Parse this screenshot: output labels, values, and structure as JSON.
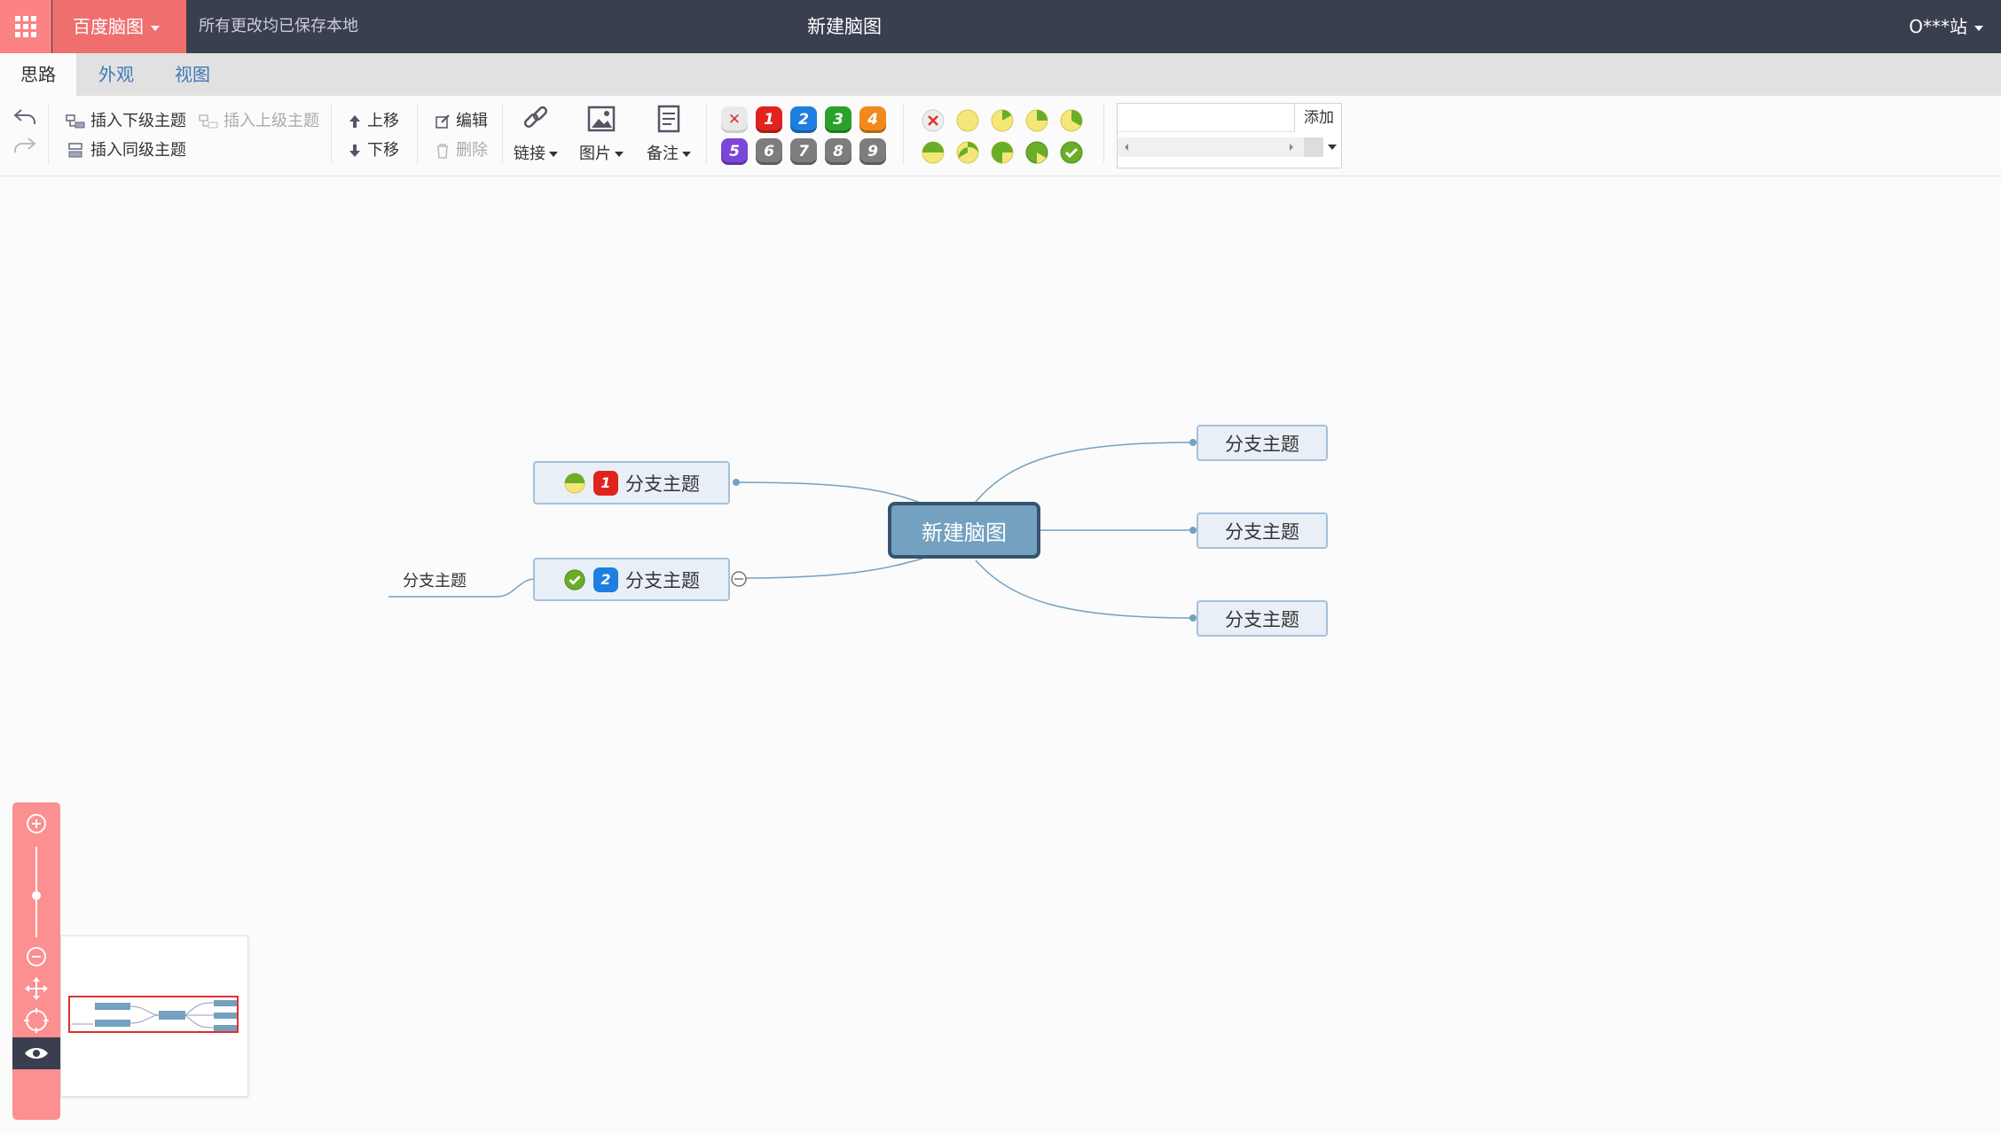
{
  "topbar": {
    "brand": "百度脑图",
    "save_status": "所有更改均已保存本地",
    "doc_title": "新建脑图",
    "user": "O***站"
  },
  "tabs": [
    {
      "label": "思路",
      "active": true
    },
    {
      "label": "外观",
      "active": false
    },
    {
      "label": "视图",
      "active": false
    }
  ],
  "toolbar": {
    "insert_child": "插入下级主题",
    "insert_parent": "插入上级主题",
    "insert_sibling": "插入同级主题",
    "move_up": "上移",
    "move_down": "下移",
    "edit": "编辑",
    "delete": "删除",
    "link": "链接",
    "image": "图片",
    "note": "备注",
    "priorities": [
      "1",
      "2",
      "3",
      "4",
      "5",
      "6",
      "7",
      "8",
      "9"
    ],
    "resource_add": "添加"
  },
  "colors": {
    "topbar": "#393f4f",
    "accent": "#fc8383",
    "root_fill": "#73a1bf",
    "node_fill": "#e9eff6",
    "link": "#73a1bf"
  },
  "mindmap": {
    "root": "新建脑图",
    "left": [
      {
        "label": "分支主题",
        "progress_icon": "progress-half",
        "priority": "1"
      },
      {
        "label": "分支主题",
        "progress_icon": "progress-done",
        "priority": "2",
        "child": "分支主题"
      }
    ],
    "right": [
      {
        "label": "分支主题"
      },
      {
        "label": "分支主题"
      },
      {
        "label": "分支主题"
      }
    ]
  }
}
